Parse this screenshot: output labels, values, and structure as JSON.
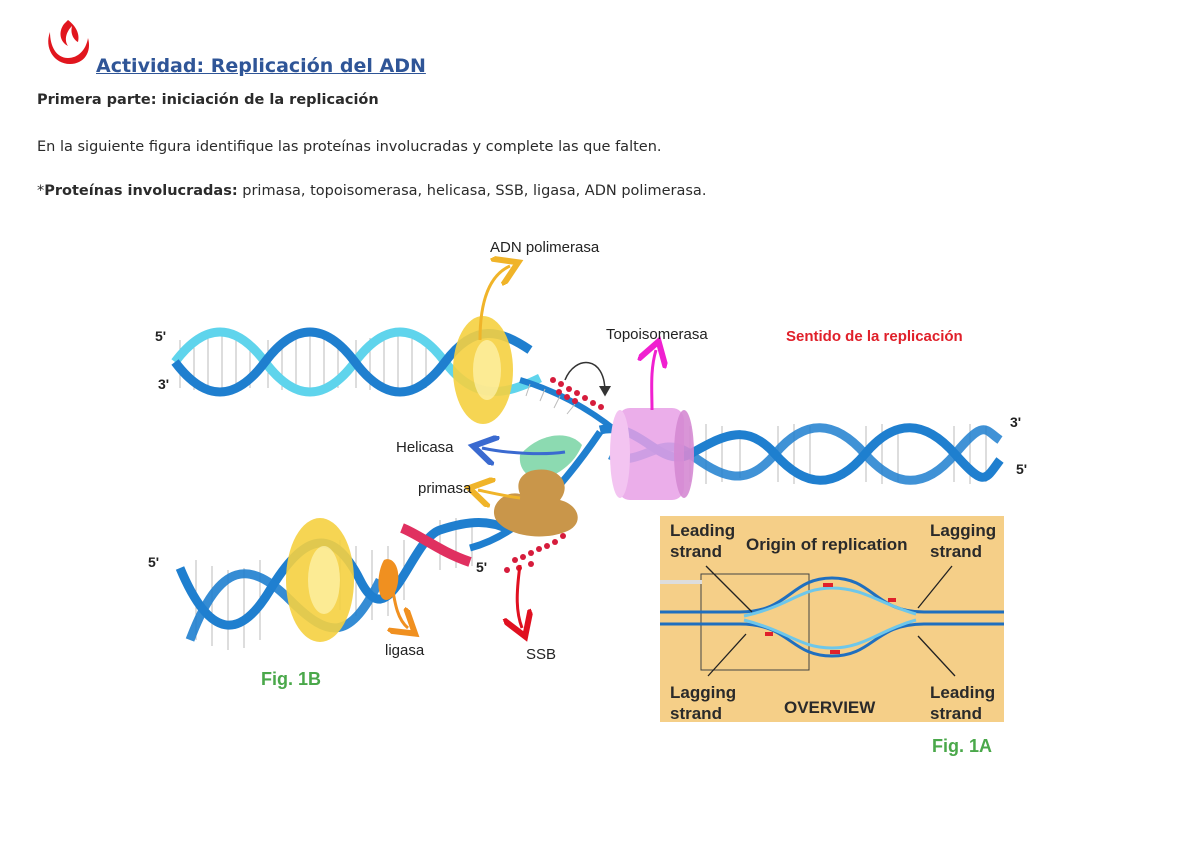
{
  "header": {
    "title": "Actividad: Replicación del ADN",
    "subtitle": "Primera parte: iniciación de la replicación",
    "instruction": "En la siguiente figura identifique las proteínas involucradas y complete las que falten.",
    "proteins_prefix": "*",
    "proteins_label": "Proteínas involucradas:",
    "proteins_list": " primasa, topoisomerasa, helicasa, SSB, ligasa, ADN polimerasa."
  },
  "figure1b": {
    "caption": "Fig. 1B",
    "direction_text": "Sentido de la replicación",
    "strand_labels": {
      "top_left_5": "5'",
      "top_left_3": "3'",
      "right_3": "3'",
      "right_5": "5'",
      "bottom_left_5": "5'",
      "bottom_mid_5": "5'"
    },
    "labels": {
      "polymerase": "ADN polimerasa",
      "topoisomerase": "Topoisomerasa",
      "helicase": "Helicasa",
      "primase": "primasa",
      "ligase": "ligasa",
      "ssb": "SSB"
    }
  },
  "figure1a": {
    "caption": "Fig. 1A",
    "leading_top_1": "Leading",
    "leading_top_2": "strand",
    "origin": "Origin of replication",
    "lagging_top_1": "Lagging",
    "lagging_top_2": "strand",
    "lagging_bottom_1": "Lagging",
    "lagging_bottom_2": "strand",
    "overview": "OVERVIEW",
    "leading_bottom_1": "Leading",
    "leading_bottom_2": "strand"
  },
  "colors": {
    "title_blue": "#2f5597",
    "dna_blue": "#1f7fcf",
    "dna_cyan": "#5fd4ec",
    "polymerase_yellow": "#f5d040",
    "topo_pink": "#e8a0e6",
    "helicase_green": "#7fd6a8",
    "primase_tan": "#c9964a",
    "primer_red": "#e03060",
    "ssb_red": "#d61c3c",
    "fig_caption_green": "#4aa84a",
    "overview_bg": "#f5cf88",
    "logo_red": "#e1161e"
  }
}
